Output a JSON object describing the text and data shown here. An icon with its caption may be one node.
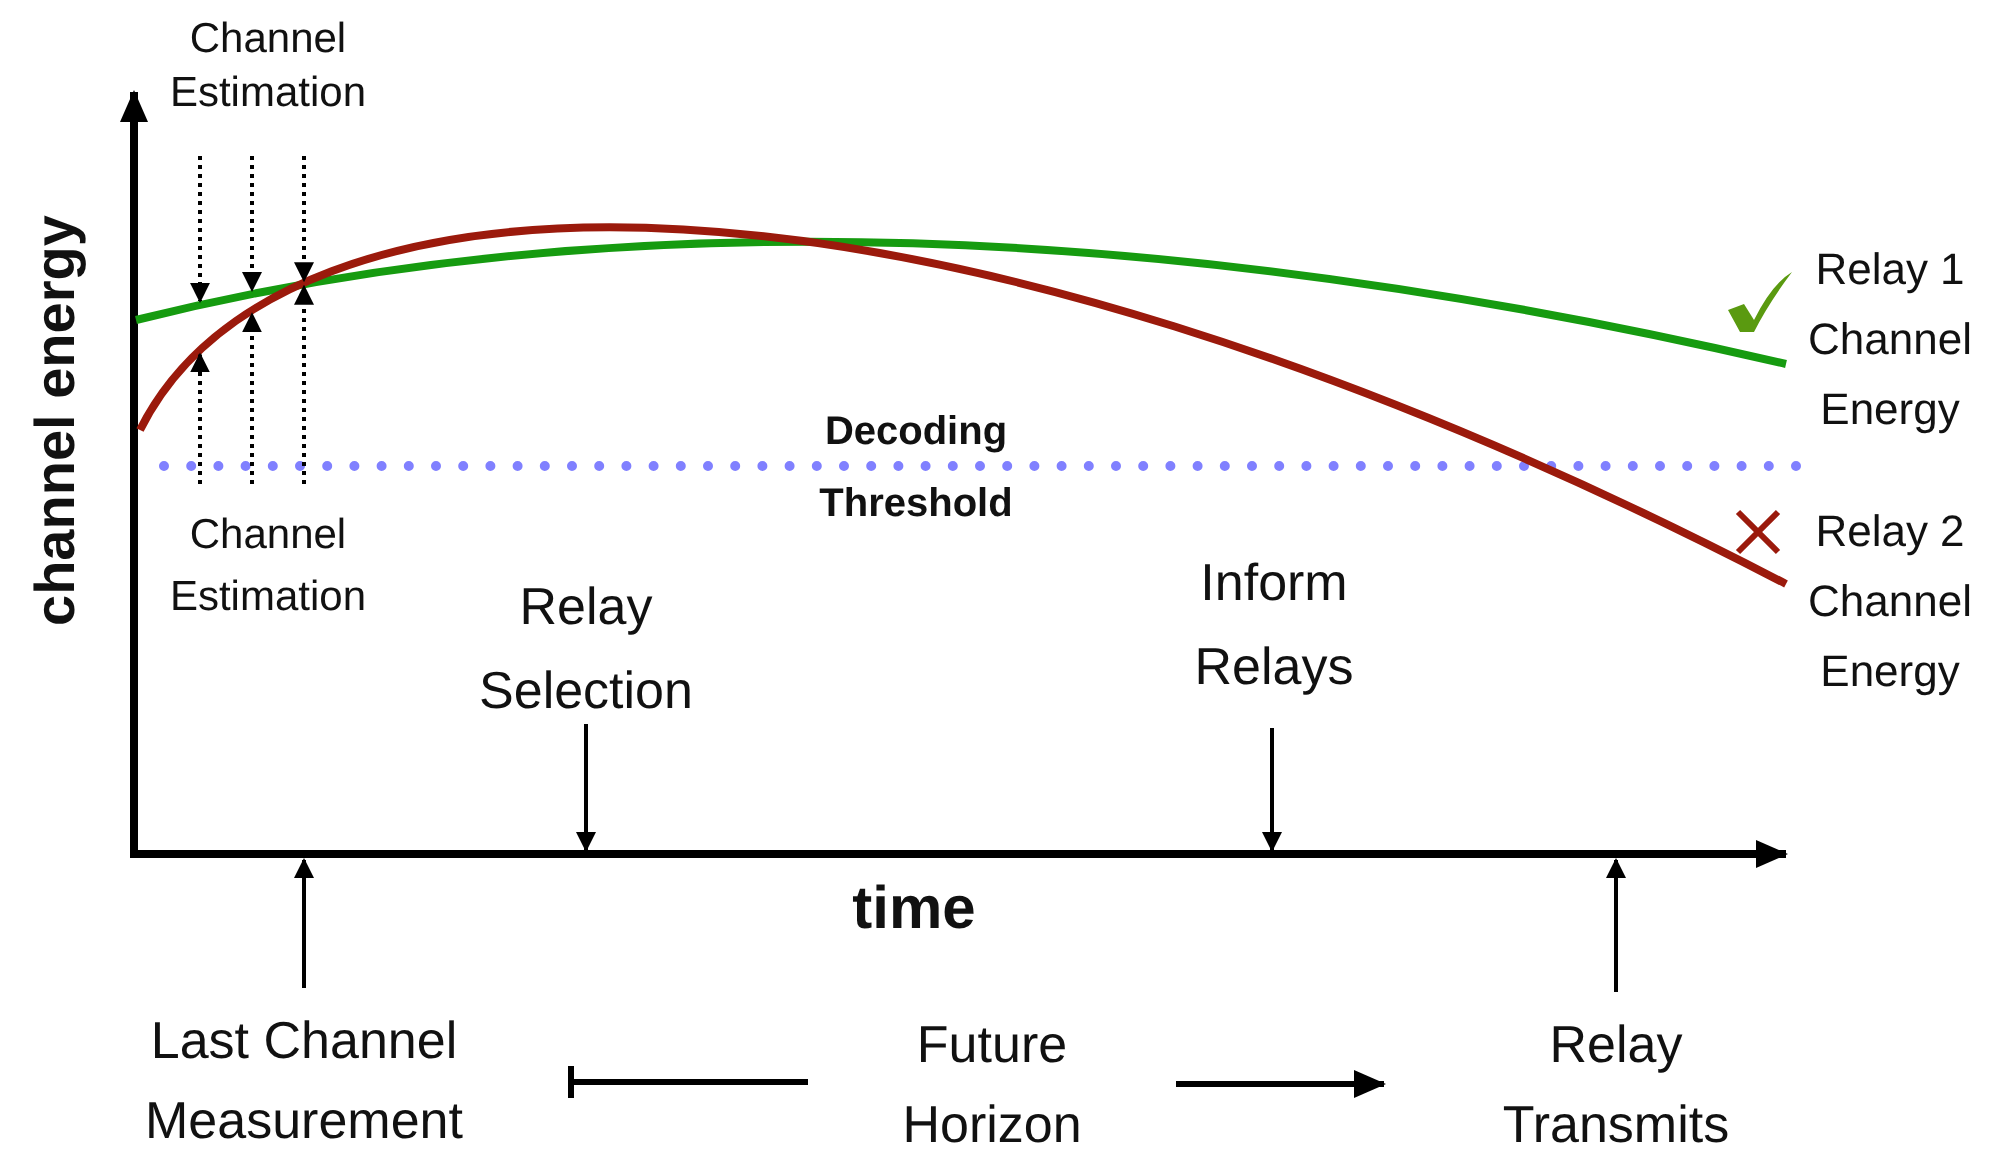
{
  "diagram": {
    "nodes": [
      {
        "text": [
          "Relay Selection"
        ]
      },
      {
        "text": [
          "Inform Relays"
        ]
      },
      {
        "text": [
          "Last Channel Measurement"
        ]
      },
      {
        "text": [
          "Relay Transmits"
        ]
      }
    ],
    "edges": [
      {
        "from": 0,
        "to": null,
        "arrow": "to"
      },
      {
        "from": 1,
        "to": null,
        "arrow": "to"
      },
      {
        "from": 2,
        "to": null,
        "arrow": "to"
      },
      {
        "from": 3,
        "to": null,
        "arrow": "to"
      }
    ],
    "labels": [
      "Channel Estimation",
      "channel energy",
      "Relay 1 Channel Energy",
      "Decoding Threshold",
      "Channel Estimation",
      "Relay 2 Channel Energy",
      "time",
      "Future Horizon"
    ]
  }
}
